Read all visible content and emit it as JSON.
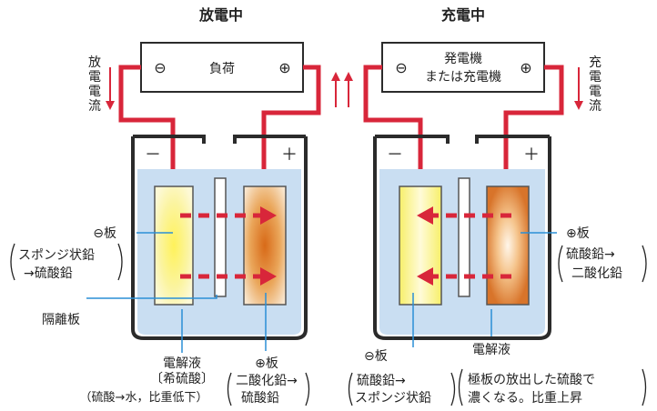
{
  "titles": {
    "discharge": "放電中",
    "charge": "充電中"
  },
  "load_box": {
    "label": "負荷",
    "minus": "⊖",
    "plus": "⊕"
  },
  "generator_box": {
    "line1": "発電機",
    "line2": "または充電機",
    "minus": "⊖",
    "plus": "⊕"
  },
  "current_labels": {
    "discharge": [
      "放",
      "電",
      "電",
      "流"
    ],
    "charge": [
      "充",
      "電",
      "電",
      "流"
    ]
  },
  "terminal_signs": {
    "minus": "－",
    "plus": "＋"
  },
  "left_labels": {
    "neg_plate": "⊖板",
    "neg_desc_line1": "スポンジ状鉛",
    "neg_desc_line2": "→硫酸鉛",
    "separator": "隔離板",
    "electrolyte": "電解液",
    "electrolyte_sub": "〔希硫酸〕",
    "electrolyte_change": "（硫酸→水，比重低下）",
    "pos_plate": "⊕板",
    "pos_desc_line1": "二酸化鉛→",
    "pos_desc_line2": "硫酸鉛"
  },
  "right_labels": {
    "pos_plate": "⊕板",
    "pos_desc_line1": "硫酸鉛→",
    "pos_desc_line2": "二酸化鉛",
    "neg_plate": "⊖板",
    "neg_desc_line1": "硫酸鉛→",
    "neg_desc_line2": "スポンジ状鉛",
    "electrolyte": "電解液",
    "electrolyte_desc_line1": "極板の放出した硫酸で",
    "electrolyte_desc_line2": "濃くなる。比重上昇"
  },
  "colors": {
    "wire": "#d8263a",
    "electrolyte": "#c9def2",
    "neg_plate": "#fbf6b4",
    "pos_plate": "#e8903c",
    "leader": "#2a8fd6",
    "container": "#2b2b2b"
  }
}
